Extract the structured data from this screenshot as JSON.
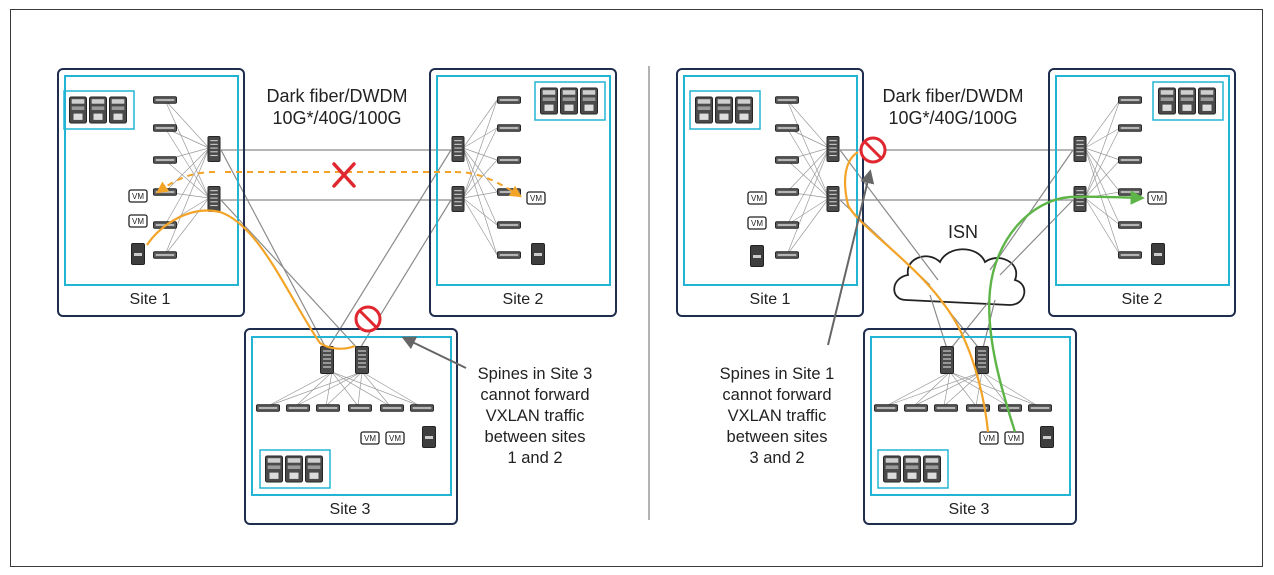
{
  "left_panel": {
    "site1_label": "Site 1",
    "site2_label": "Site 2",
    "site3_label": "Site 3",
    "link_label_line1": "Dark fiber/DWDM",
    "link_label_line2": "10G*/40G/100G",
    "note_lines": [
      "Spines in Site 3",
      "cannot forward",
      "VXLAN traffic",
      "between sites",
      "1 and 2"
    ]
  },
  "right_panel": {
    "site1_label": "Site 1",
    "site2_label": "Site 2",
    "site3_label": "Site 3",
    "link_label_line1": "Dark fiber/DWDM",
    "link_label_line2": "10G*/40G/100G",
    "isn_label": "ISN",
    "note_lines": [
      "Spines in Site 1",
      "cannot forward",
      "VXLAN traffic",
      "between sites",
      "3 and 2"
    ]
  },
  "vm_label": "VM",
  "colors": {
    "site_border": "#1f2d4e",
    "site_inner": "#22b5d3",
    "link": "#8a8a8a",
    "traffic_orange": "#f3a427",
    "traffic_green": "#5db447",
    "block_red": "#e0262f",
    "x_red": "#e0262f",
    "annotation_arrow": "#666666"
  },
  "icons": [
    "apic-controller-icon",
    "leaf-switch-icon",
    "spine-switch-icon",
    "vm-icon",
    "server-icon",
    "no-entry-icon",
    "x-mark-icon",
    "cloud-icon"
  ]
}
